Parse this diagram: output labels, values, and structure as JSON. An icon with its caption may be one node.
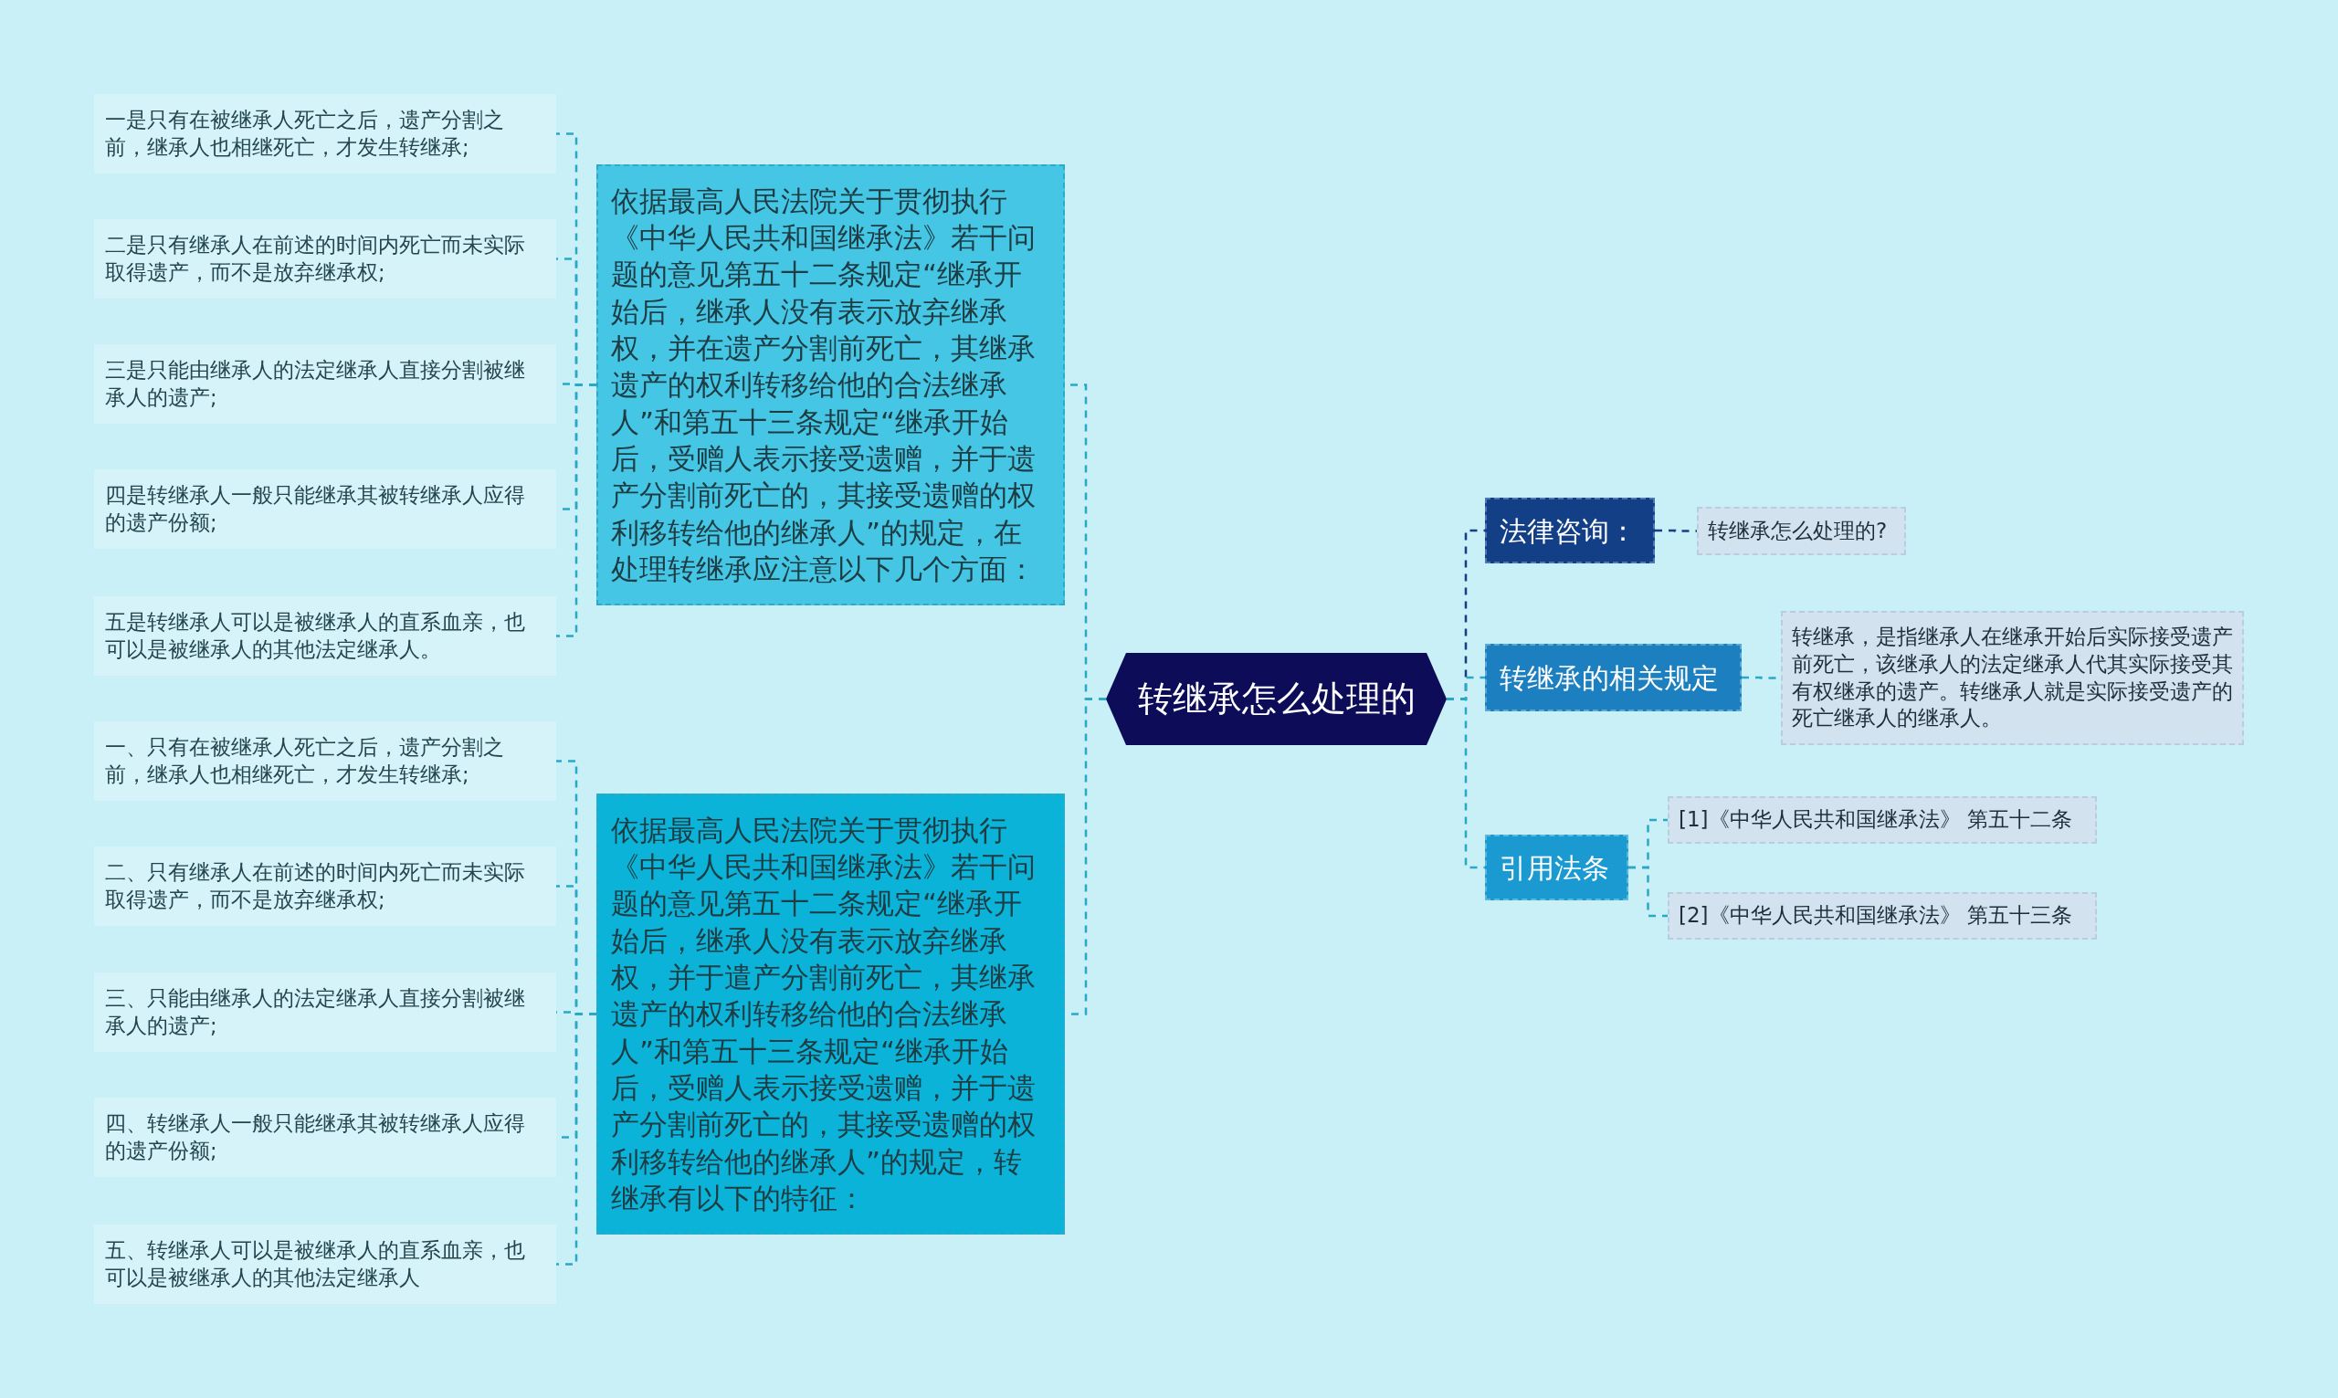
{
  "diagram": {
    "nodes": [
      {
        "text": [
          "转继承怎么处理的"
        ]
      },
      {
        "text": [
          "依据最高人民法院关于贯彻执行《中华人民共和国继承法》若干问题的意见第五十二条规定“继承开始后，继承人没有表示放弃继承权，并在遗产分割前死亡，其继承遗产的权利转移给他的合法继承人”和第五十三条规定“继承开始后，受赠人表示接受遗赠，并于遗产分割前死亡的，其接受遗赠的权利移转给他的继承人”的规定，在处理转继承应注意以下几个方面："
        ]
      },
      {
        "text": [
          "一是只有在被继承人死亡之后，遗产分割之前，继承人也相继死亡，才发生转继承;"
        ]
      },
      {
        "text": [
          "二是只有继承人在前述的时间内死亡而未实际取得遗产，而不是放弃继承权;"
        ]
      },
      {
        "text": [
          "三是只能由继承人的法定继承人直接分割被继承人的遗产;"
        ]
      },
      {
        "text": [
          "四是转继承人一般只能继承其被转继承人应得的遗产份额;"
        ]
      },
      {
        "text": [
          "五是转继承人可以是被继承人的直系血亲，也可以是被继承人的其他法定继承人。"
        ]
      },
      {
        "text": [
          "依据最高人民法院关于贯彻执行《中华人民共和国继承法》若干问题的意见第五十二条规定“继承开始后，继承人没有表示放弃继承权，并于遣产分割前死亡，其继承遗产的权利转移给他的合法继承人”和第五十三条规定“继承开始后，受赠人表示接受遗赠，并于遗产分割前死亡的，其接受遗赠的权利移转给他的继承人”的规定，转继承有以下的特征："
        ]
      },
      {
        "text": [
          "一、只有在被继承人死亡之后，遗产分割之前，继承人也相继死亡，才发生转继承;"
        ]
      },
      {
        "text": [
          "二、只有继承人在前述的时间内死亡而未实际取得遗产，而不是放弃继承权;"
        ]
      },
      {
        "text": [
          "三、只能由继承人的法定继承人直接分割被继承人的遗产;"
        ]
      },
      {
        "text": [
          "四、转继承人一般只能继承其被转继承人应得的遗产份额;"
        ]
      },
      {
        "text": [
          "五、转继承人可以是被继承人的直系血亲，也可以是被继承人的其他法定继承人"
        ]
      },
      {
        "text": [
          "法律咨询："
        ]
      },
      {
        "text": [
          "转继承怎么处理的?"
        ]
      },
      {
        "text": [
          "转继承的相关规定"
        ]
      },
      {
        "text": [
          "转继承，是指继承人在继承开始后实际接受遗产前死亡，该继承人的法定继承人代其实际接受其有权继承的遗产。转继承人就是实际接受遗产的死亡继承人的继承人。"
        ]
      },
      {
        "text": [
          "引用法条"
        ]
      },
      {
        "text": [
          "[1]《中华人民共和国继承法》 第五十二条"
        ]
      },
      {
        "text": [
          "[2]《中华人民共和国继承法》 第五十三条"
        ]
      }
    ],
    "edges": [
      {
        "from": 0,
        "to": 1,
        "arrow": "none"
      },
      {
        "from": 1,
        "to": 2,
        "arrow": "none"
      },
      {
        "from": 1,
        "to": 3,
        "arrow": "none"
      },
      {
        "from": 1,
        "to": 4,
        "arrow": "none"
      },
      {
        "from": 1,
        "to": 5,
        "arrow": "none"
      },
      {
        "from": 1,
        "to": 6,
        "arrow": "none"
      },
      {
        "from": 0,
        "to": 7,
        "arrow": "none"
      },
      {
        "from": 7,
        "to": 8,
        "arrow": "none"
      },
      {
        "from": 7,
        "to": 9,
        "arrow": "none"
      },
      {
        "from": 7,
        "to": 10,
        "arrow": "none"
      },
      {
        "from": 7,
        "to": 11,
        "arrow": "none"
      },
      {
        "from": 7,
        "to": 12,
        "arrow": "none"
      },
      {
        "from": 0,
        "to": 13,
        "arrow": "none",
        "color": "#123f86"
      },
      {
        "from": 13,
        "to": 14,
        "arrow": "none",
        "color": "#123f86"
      },
      {
        "from": 0,
        "to": 15,
        "arrow": "none"
      },
      {
        "from": 15,
        "to": 16,
        "arrow": "none"
      },
      {
        "from": 0,
        "to": 17,
        "arrow": "none"
      },
      {
        "from": 17,
        "to": 18,
        "arrow": "none"
      },
      {
        "from": 17,
        "to": 19,
        "arrow": "none"
      }
    ]
  }
}
